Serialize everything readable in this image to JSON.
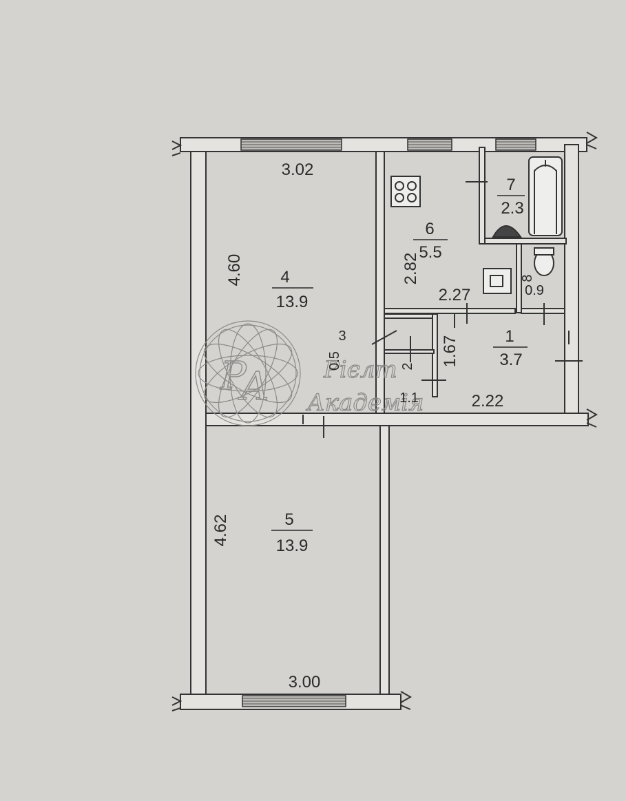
{
  "rooms": [
    {
      "id": "4",
      "area": "13.9"
    },
    {
      "id": "6",
      "area": "5.5"
    },
    {
      "id": "7",
      "area": "2.3"
    },
    {
      "id": "8",
      "area": "0.9"
    },
    {
      "id": "1",
      "area": "3.7"
    },
    {
      "id": "3",
      "area": "0.5"
    },
    {
      "id": "2",
      "area": "1.1"
    },
    {
      "id": "5",
      "area": "13.9"
    }
  ],
  "dimensions": {
    "room4_width": "3.02",
    "room4_length": "4.60",
    "room6_length": "2.82",
    "room6_width": "2.27",
    "hall_length": "1.67",
    "hall_width": "2.22",
    "room5_length": "4.62",
    "room5_width": "3.00"
  },
  "watermark": {
    "logo_letters": "PA",
    "line1": "Рієлт",
    "line2": "Академія"
  },
  "colors": {
    "background": "#d4d3d0",
    "wall_fill": "#e4e3e0",
    "wall_stroke": "#333333",
    "text": "#2a2a2a"
  }
}
